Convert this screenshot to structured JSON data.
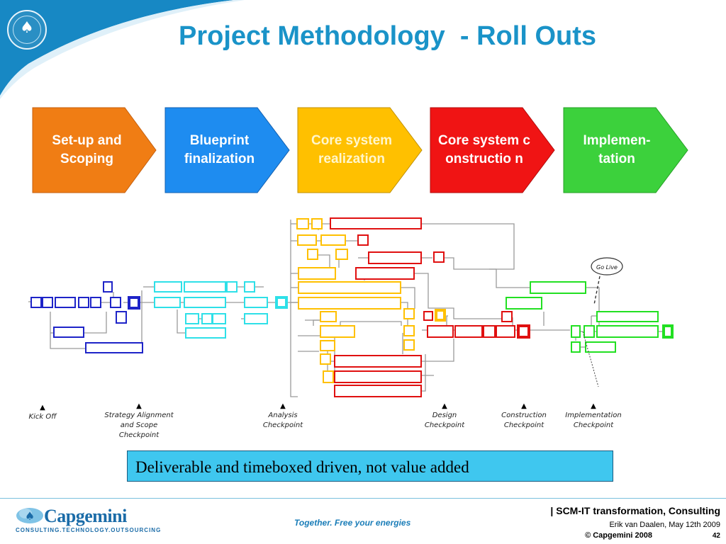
{
  "title": "Project Methodology  - Roll Outs",
  "phases": [
    {
      "label": "Set-up and Scoping",
      "color": "#f07d14"
    },
    {
      "label": "Blueprint finalization",
      "color": "#1e8cf0"
    },
    {
      "label": "Core system realization",
      "color": "#ffc000"
    },
    {
      "label": "Core system constructio n",
      "color": "#f01414"
    },
    {
      "label": "Implemen-tation",
      "color": "#3cd13c"
    }
  ],
  "go_live": "Go Live",
  "checkpoints": [
    {
      "label": "Kick Off"
    },
    {
      "label": "Strategy Alignment and Scope Checkpoint"
    },
    {
      "label": "Analysis Checkpoint"
    },
    {
      "label": "Design Checkpoint"
    },
    {
      "label": "Construction Checkpoint"
    },
    {
      "label": "Implementation Checkpoint"
    }
  ],
  "callout": "Deliverable and timeboxed driven, not value added",
  "logo": {
    "name": "Capgemini",
    "tagline": "CONSULTING.TECHNOLOGY.OUTSOURCING"
  },
  "tagline": "Together. Free your energies",
  "footer": {
    "section": "| SCM-IT transformation, Consulting",
    "author": "Erik van Daalen, May 12th 2009",
    "copyright": "© Capgemini 2008",
    "page": "42"
  },
  "colors": {
    "title": "#1a93c8",
    "callout_bg": "#3fc7ef",
    "setup": "#1e24c8",
    "blueprint": "#2ee0e8",
    "realization": "#ffc000",
    "construction": "#e01010",
    "implementation": "#22e022"
  }
}
